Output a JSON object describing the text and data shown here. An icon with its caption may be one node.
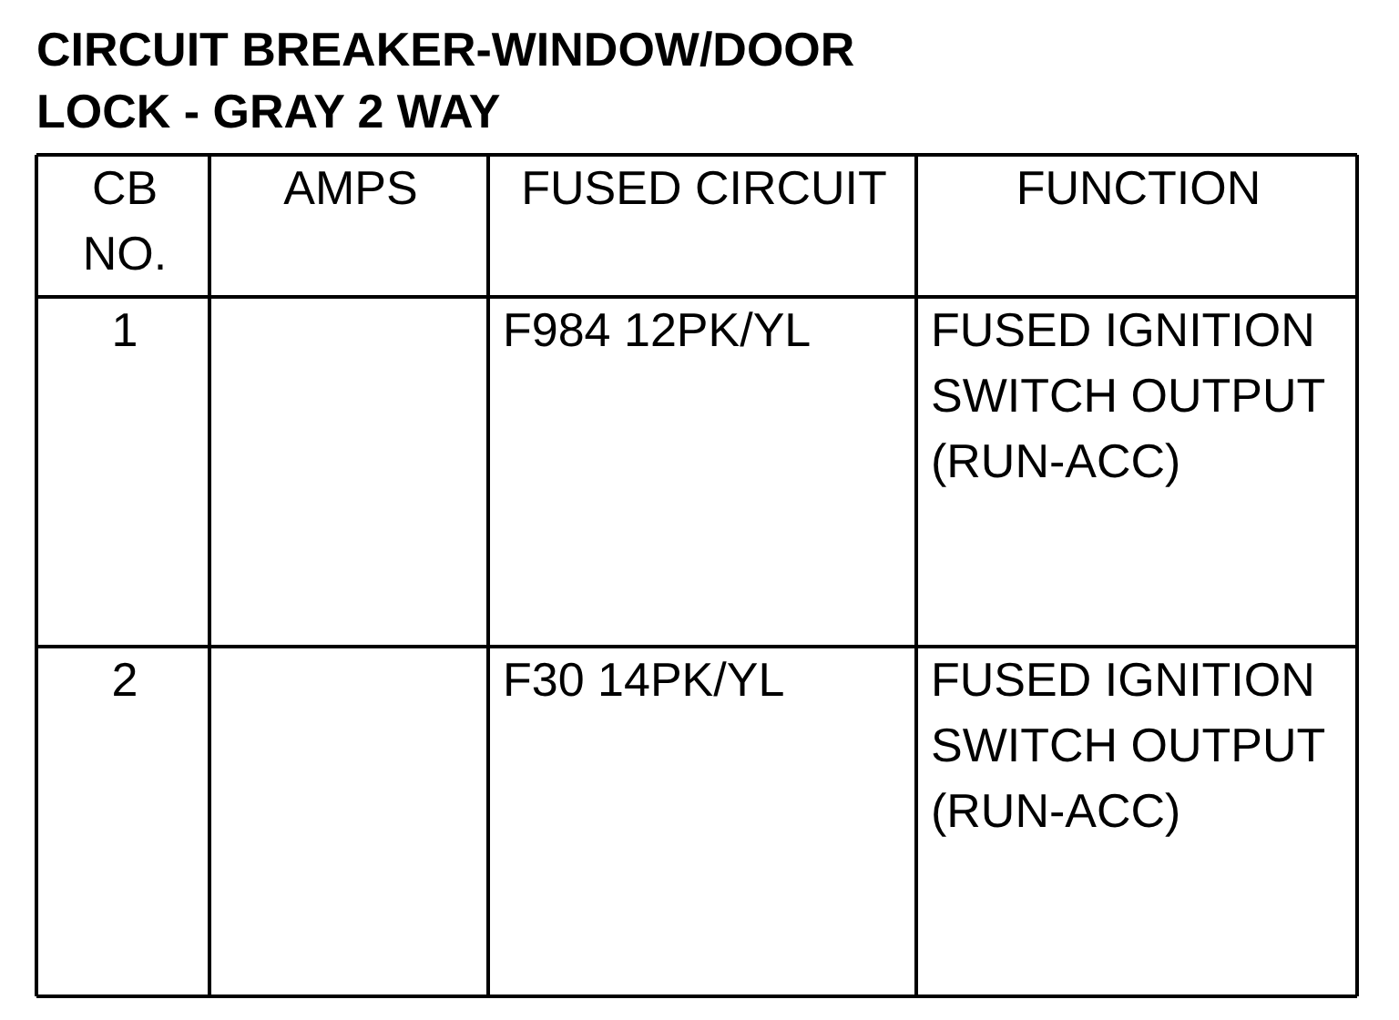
{
  "diagram": {
    "title": "CIRCUIT BREAKER-WINDOW/DOOR LOCK - GRAY 2 WAY",
    "labels": [
      "CB NO.",
      "AMPS",
      "FUSED CIRCUIT",
      "FUNCTION",
      "1",
      "F984 12PK/YL",
      "FUSED IGNITION SWITCH OUTPUT (RUN-ACC)",
      "2",
      "F30 14PK/YL",
      "FUSED IGNITION SWITCH OUTPUT (RUN-ACC)"
    ]
  }
}
